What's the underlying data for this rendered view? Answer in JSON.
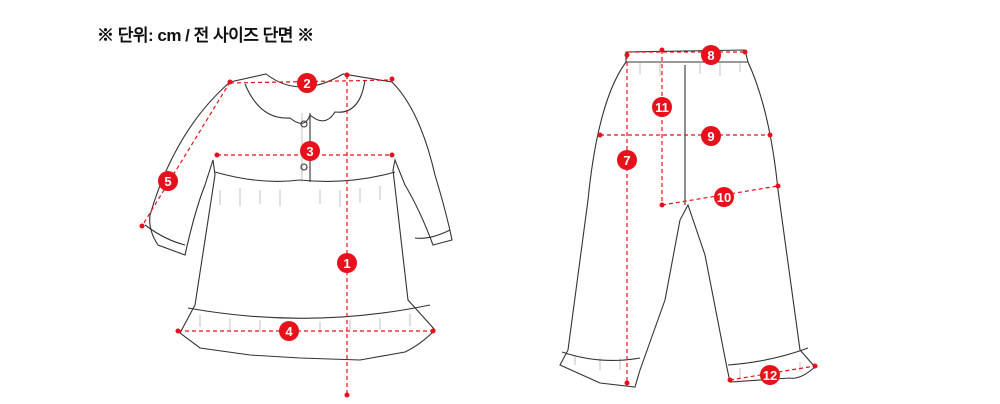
{
  "header": {
    "unit_note": "※ 단위: cm / 전 사이즈 단면 ※"
  },
  "top_markers": [
    "1",
    "2",
    "3",
    "4",
    "5"
  ],
  "pants_markers": [
    "7",
    "8",
    "9",
    "10",
    "11",
    "12"
  ],
  "colors": {
    "accent": "#e8101a",
    "outline": "#333333"
  }
}
